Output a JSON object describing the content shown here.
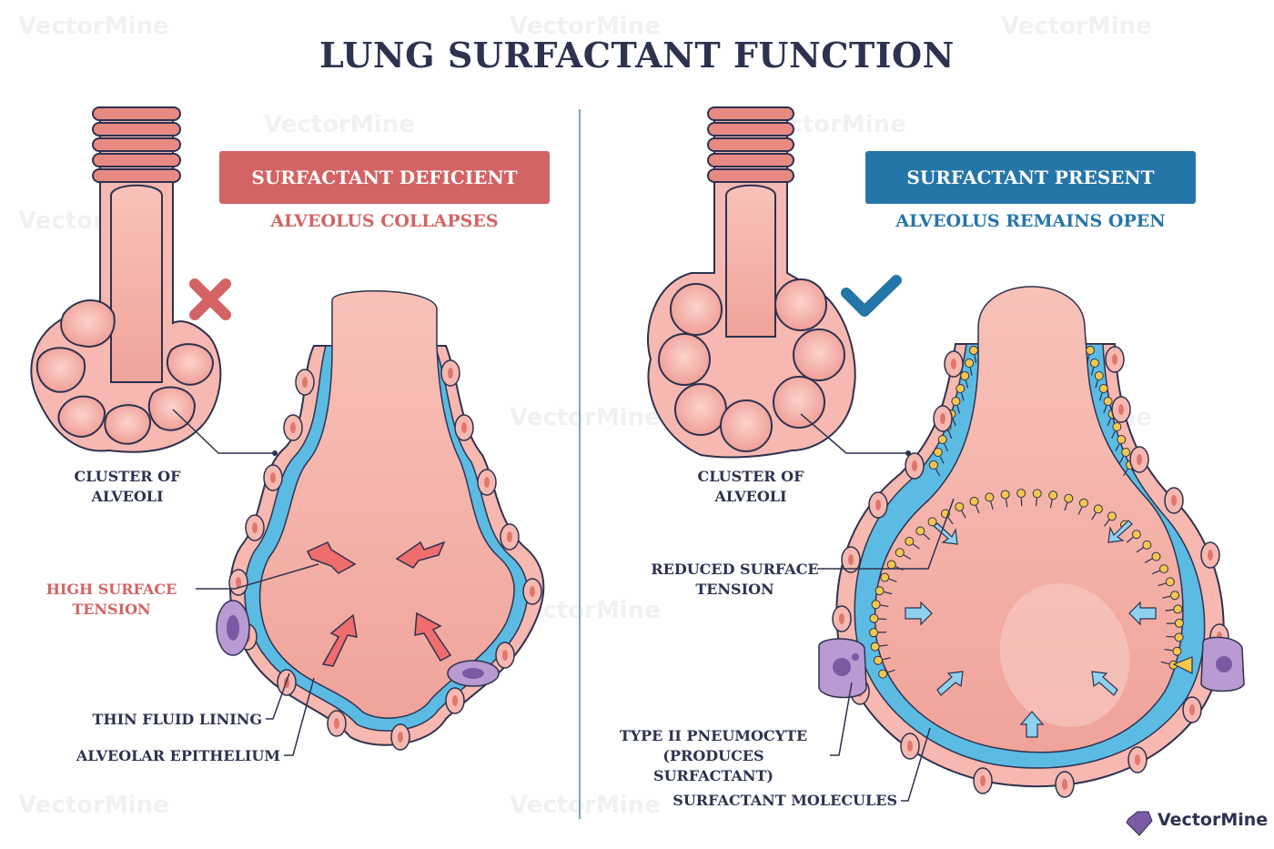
{
  "title": "LUNG SURFACTANT FUNCTION",
  "left_panel": {
    "banner": "SURFACTANT DEFICIENT",
    "subtitle": "ALVEOLUS COLLAPSES",
    "cluster_label_1": "CLUSTER OF",
    "cluster_label_2": "ALVEOLI",
    "tension_label_1": "HIGH SURFACE",
    "tension_label_2": "TENSION",
    "fluid_label": "THIN FLUID LINING",
    "epithelium_label": "ALVEOLAR EPITHELIUM",
    "status_icon": "cross-icon"
  },
  "right_panel": {
    "banner": "SURFACTANT PRESENT",
    "subtitle": "ALVEOLUS REMAINS OPEN",
    "cluster_label_1": "CLUSTER OF",
    "cluster_label_2": "ALVEOLI",
    "tension_label_1": "REDUCED SURFACE",
    "tension_label_2": "TENSION",
    "pneumocyte_label_1": "TYPE II PNEUMOCYTE",
    "pneumocyte_label_2": "(PRODUCES SURFACTANT)",
    "molecules_label": "SURFACTANT MOLECULES",
    "status_icon": "checkmark-icon"
  },
  "watermark": "VectorMine",
  "brand": "VectorMine",
  "colors": {
    "title": "#2d3250",
    "deficient": "#d46363",
    "present": "#2576a8",
    "tissue": "#f6b8b0",
    "fluid": "#5bbbe3",
    "surfactant": "#f4c64c"
  }
}
